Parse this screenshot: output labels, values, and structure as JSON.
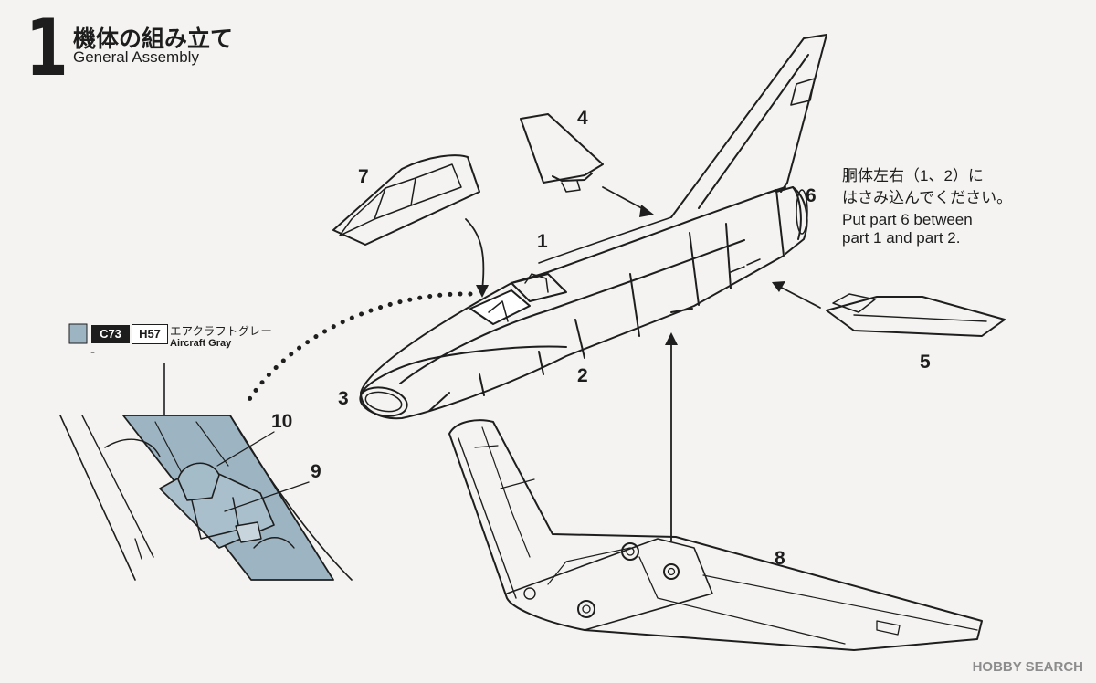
{
  "header": {
    "step_number": "1",
    "title_jp": "機体の組み立て",
    "title_en": "General Assembly"
  },
  "paint": {
    "code_c": "C73",
    "code_h": "H57",
    "name_jp": "エアクラフトグレー",
    "name_en": "Aircraft Gray",
    "dash": "-",
    "color": "#9db5c3"
  },
  "parts": {
    "p1": "1",
    "p2": "2",
    "p3": "3",
    "p4": "4",
    "p5": "5",
    "p6": "6",
    "p7": "7",
    "p8": "8",
    "p9": "9",
    "p10": "10"
  },
  "note": {
    "jp_line1": "胴体左右（1、2）に",
    "jp_line2": "はさみ込んでください。",
    "en_line1": "Put part 6 between",
    "en_line2": "part 1 and part 2."
  },
  "watermark": "HOBBY SEARCH"
}
